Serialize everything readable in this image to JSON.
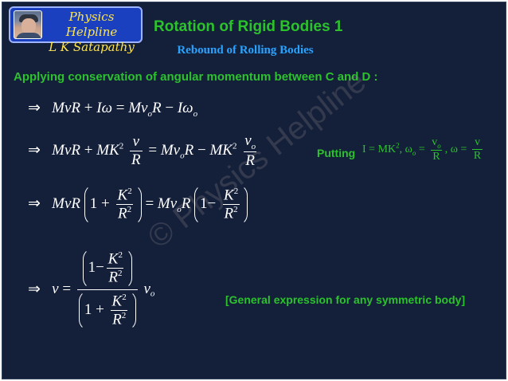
{
  "badge": {
    "line1": "Physics Helpline",
    "line2": "L K Satapathy"
  },
  "header": {
    "title": "Rotation of Rigid Bodies 1",
    "subtitle": "Rebound of Rolling Bodies"
  },
  "statement": "Applying conservation of angular momentum between C and D :",
  "putting_label": "Putting",
  "general_label": "[General expression for any symmetric body]",
  "watermark": "© Physics Helpline",
  "math": {
    "implies": "⇒",
    "eq1": {
      "a": "MvR",
      "b": "+",
      "c": "Iω",
      "d": "=",
      "e": "Mv",
      "f": "o",
      "g": "R",
      "h": "−",
      "k": "Iω",
      "l": "o"
    },
    "eq2": {
      "a": "MvR",
      "b": "+",
      "c": "MK",
      "c2": "2",
      "n": "v",
      "den": "R",
      "eq": "=",
      "e": "Mv",
      "f": "o",
      "g": "R",
      "h": "−",
      "k": "MK",
      "k2": "2",
      "n2": "v",
      "n2s": "o",
      "den2": "R"
    },
    "put": {
      "I": "I",
      "eq": "=",
      "MK": "MK",
      "two": "2",
      "comma": ",",
      "omega": "ω",
      "o": "o",
      "vo": "v",
      "R": "R",
      "v": "v"
    },
    "eq3": {
      "a": "MvR",
      "one": "1",
      "plus": "+",
      "K": "K",
      "two": "2",
      "R": "R",
      "eq": "=",
      "e": "Mv",
      "o": "o",
      "g": "R",
      "minus": "−"
    },
    "eq4": {
      "v": "v",
      "eq": "=",
      "one": "1",
      "minus": "−",
      "plus": "+",
      "K": "K",
      "two": "2",
      "R": "R",
      "vo": "v",
      "o": "o"
    }
  }
}
